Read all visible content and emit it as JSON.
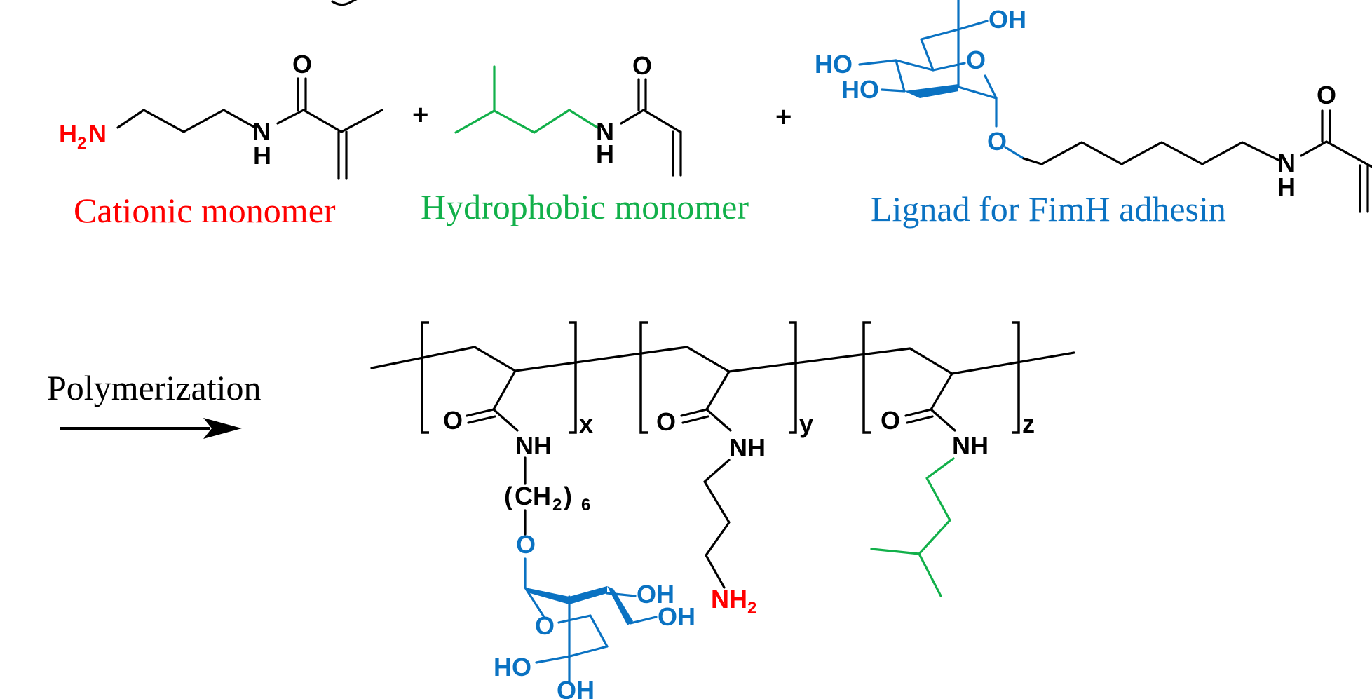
{
  "colors": {
    "cationic": "#ff0000",
    "hydrophobic": "#12b04a",
    "ligand": "#0a72c2",
    "bond": "#000000"
  },
  "reactants": {
    "cationic": {
      "label": "Cationic monomer",
      "amine_H": "H",
      "amine_sub": "2",
      "amine_N": "N",
      "amide_O": "O",
      "amide_N": "N",
      "amide_H": "H"
    },
    "hydrophobic": {
      "label": "Hydrophobic monomer",
      "amide_O": "O",
      "amide_N": "N",
      "amide_H": "H"
    },
    "ligand": {
      "label": "Lignad for FimH adhesin",
      "oh1": "OH",
      "ho1": "HO",
      "ho2": "HO",
      "ring_O": "O",
      "glyco_O": "O",
      "amide_O": "O",
      "amide_N": "N",
      "amide_H": "H"
    },
    "plus": "+"
  },
  "arrow": {
    "label": "Polymerization"
  },
  "polymer": {
    "x": "x",
    "y": "y",
    "z": "z",
    "unit1": {
      "O": "O",
      "NH": "NH",
      "chain_open": "(",
      "chain_CH": "CH",
      "chain_sub": "2",
      "chain_close": ")",
      "chain_n": "6",
      "link_O": "O",
      "ring_O": "O",
      "oh1": "OH",
      "oh2": "OH",
      "ho": "HO",
      "oh3": "OH"
    },
    "unit2": {
      "O": "O",
      "NH": "NH",
      "amine_NH": "NH",
      "amine_sub": "2"
    },
    "unit3": {
      "O": "O",
      "NH": "NH"
    }
  }
}
